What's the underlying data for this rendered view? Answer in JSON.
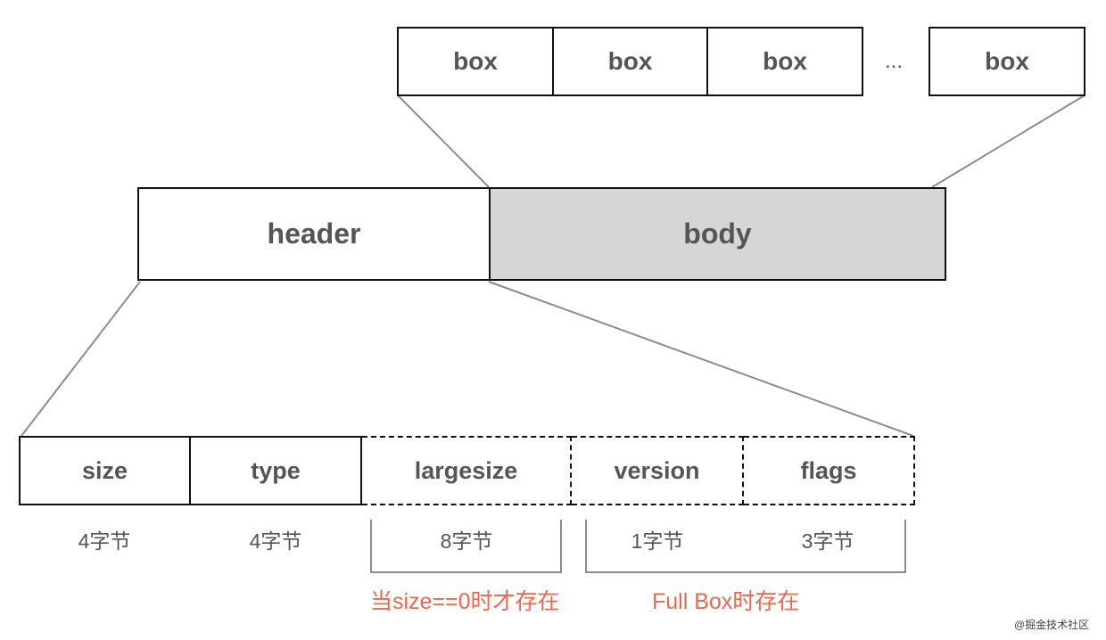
{
  "boxes_row": {
    "items": [
      {
        "label": "box"
      },
      {
        "label": "box"
      },
      {
        "label": "box"
      }
    ],
    "ellipsis": "...",
    "last": {
      "label": "box"
    }
  },
  "main_row": {
    "header": {
      "label": "header"
    },
    "body": {
      "label": "body"
    }
  },
  "fields": [
    {
      "label": "size",
      "bytes": "4字节",
      "optional": false
    },
    {
      "label": "type",
      "bytes": "4字节",
      "optional": false
    },
    {
      "label": "largesize",
      "bytes": "8字节",
      "optional": true
    },
    {
      "label": "version",
      "bytes": "1字节",
      "optional": true
    },
    {
      "label": "flags",
      "bytes": "3字节",
      "optional": true
    }
  ],
  "notes": {
    "largesize_condition": "当size==0时才存在",
    "fullbox_condition": "Full Box时存在"
  },
  "watermark": "@掘金技术社区",
  "colors": {
    "text": "#555555",
    "border": "#111111",
    "body_fill": "#d6d6d6",
    "note": "#e8694f",
    "connector": "#8c8c8c"
  }
}
